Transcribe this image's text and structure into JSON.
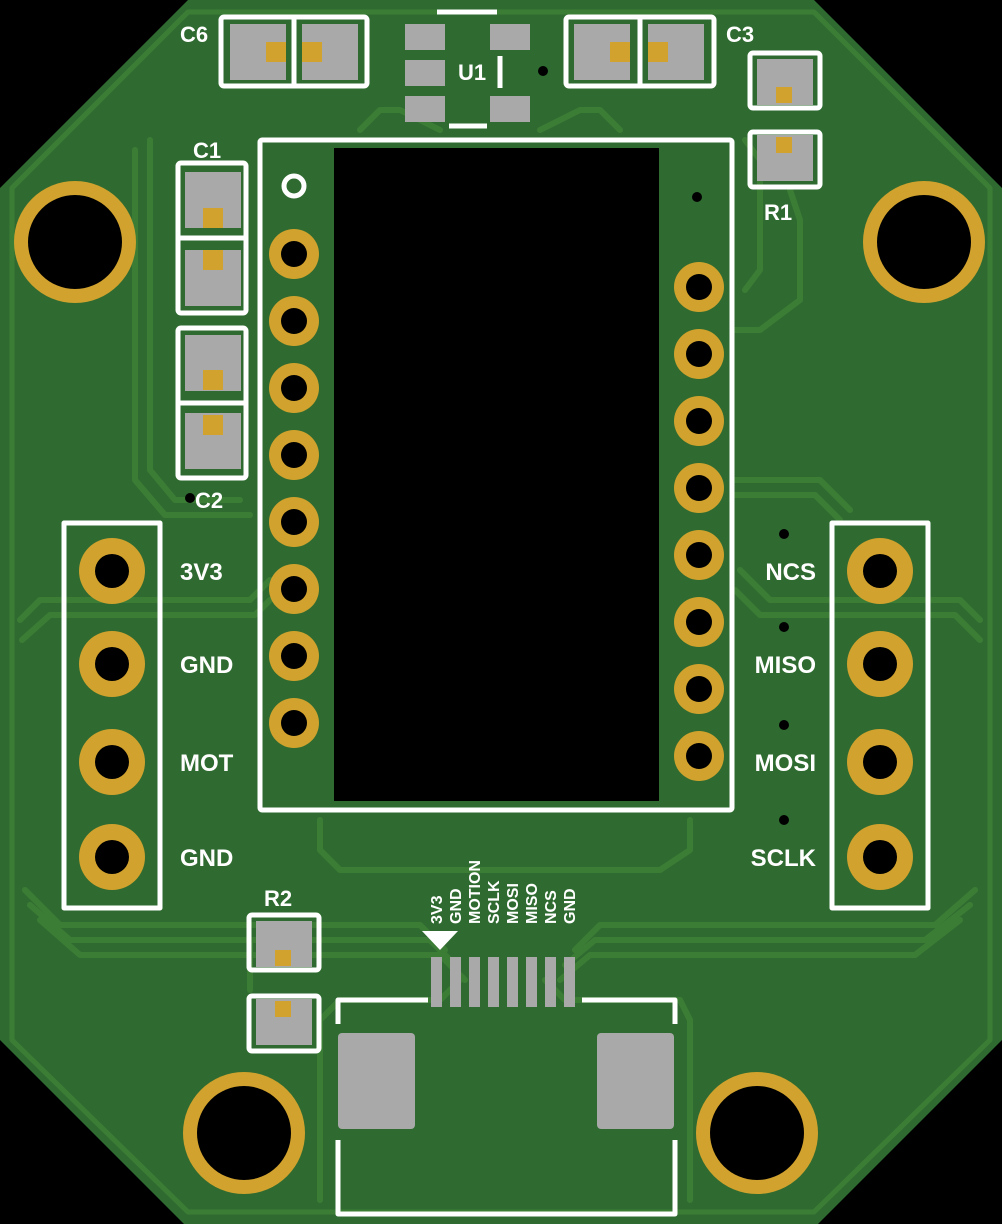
{
  "board": {
    "colors": {
      "background": "#000000",
      "mask": "#2f6b30",
      "trace": "#3c7d36",
      "copper": "#d1a22d",
      "pad": "#a9a9a9",
      "silk": "#ffffff",
      "drill": "#000000"
    },
    "ref_labels": {
      "c6": "C6",
      "u1": "U1",
      "c3": "C3",
      "r1": "R1",
      "c1": "C1",
      "c2": "C2",
      "r2": "R2"
    },
    "left_header": [
      "3V3",
      "GND",
      "MOT",
      "GND"
    ],
    "right_header": [
      "NCS",
      "MISO",
      "MOSI",
      "SCLK"
    ],
    "fpc_pins": [
      "3V3",
      "GND",
      "MOTION",
      "SCLK",
      "MOSI",
      "MISO",
      "NCS",
      "GND"
    ],
    "module_pin_count_left": 8,
    "module_pin_count_right": 8
  }
}
